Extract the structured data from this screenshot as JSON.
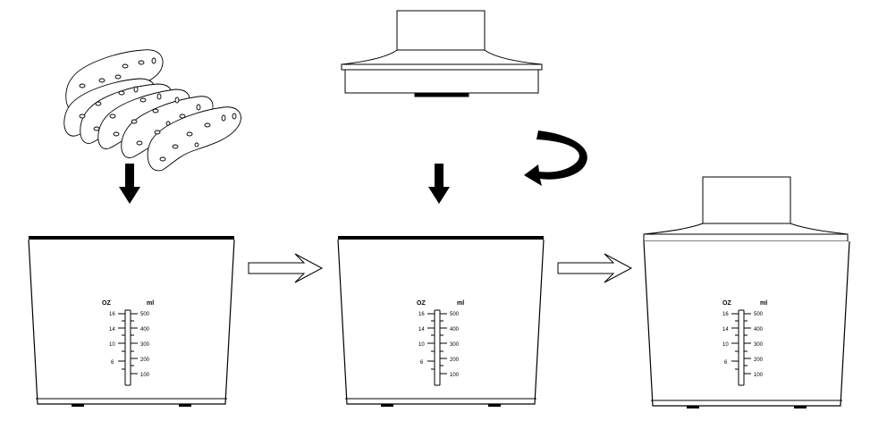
{
  "scale_labels": {
    "oz_header": "OZ",
    "ml_header": "ml",
    "oz_ticks": [
      "16",
      "14",
      "10",
      "6"
    ],
    "ml_ticks": [
      "500",
      "400",
      "300",
      "200",
      "100"
    ]
  },
  "colors": {
    "stroke": "#000000",
    "background": "#ffffff"
  }
}
